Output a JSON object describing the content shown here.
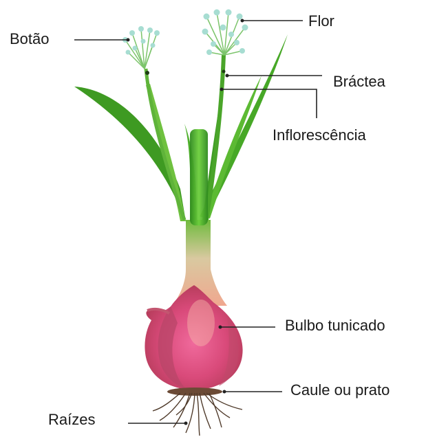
{
  "diagram": {
    "labels": {
      "botao": "Botão",
      "flor": "Flor",
      "bractea": "Bráctea",
      "inflorescencia": "Inflorescência",
      "bulbo": "Bulbo tunicado",
      "caule": "Caule ou prato",
      "raizes": "Raízes"
    },
    "colors": {
      "leaf": "#4aa52a",
      "leaf_dark": "#2f7d1c",
      "bulb": "#e0607e",
      "bulb_light": "#f3b6a0",
      "flower": "#9fd8cf",
      "root": "#5a4330",
      "leader": "#222222"
    }
  }
}
